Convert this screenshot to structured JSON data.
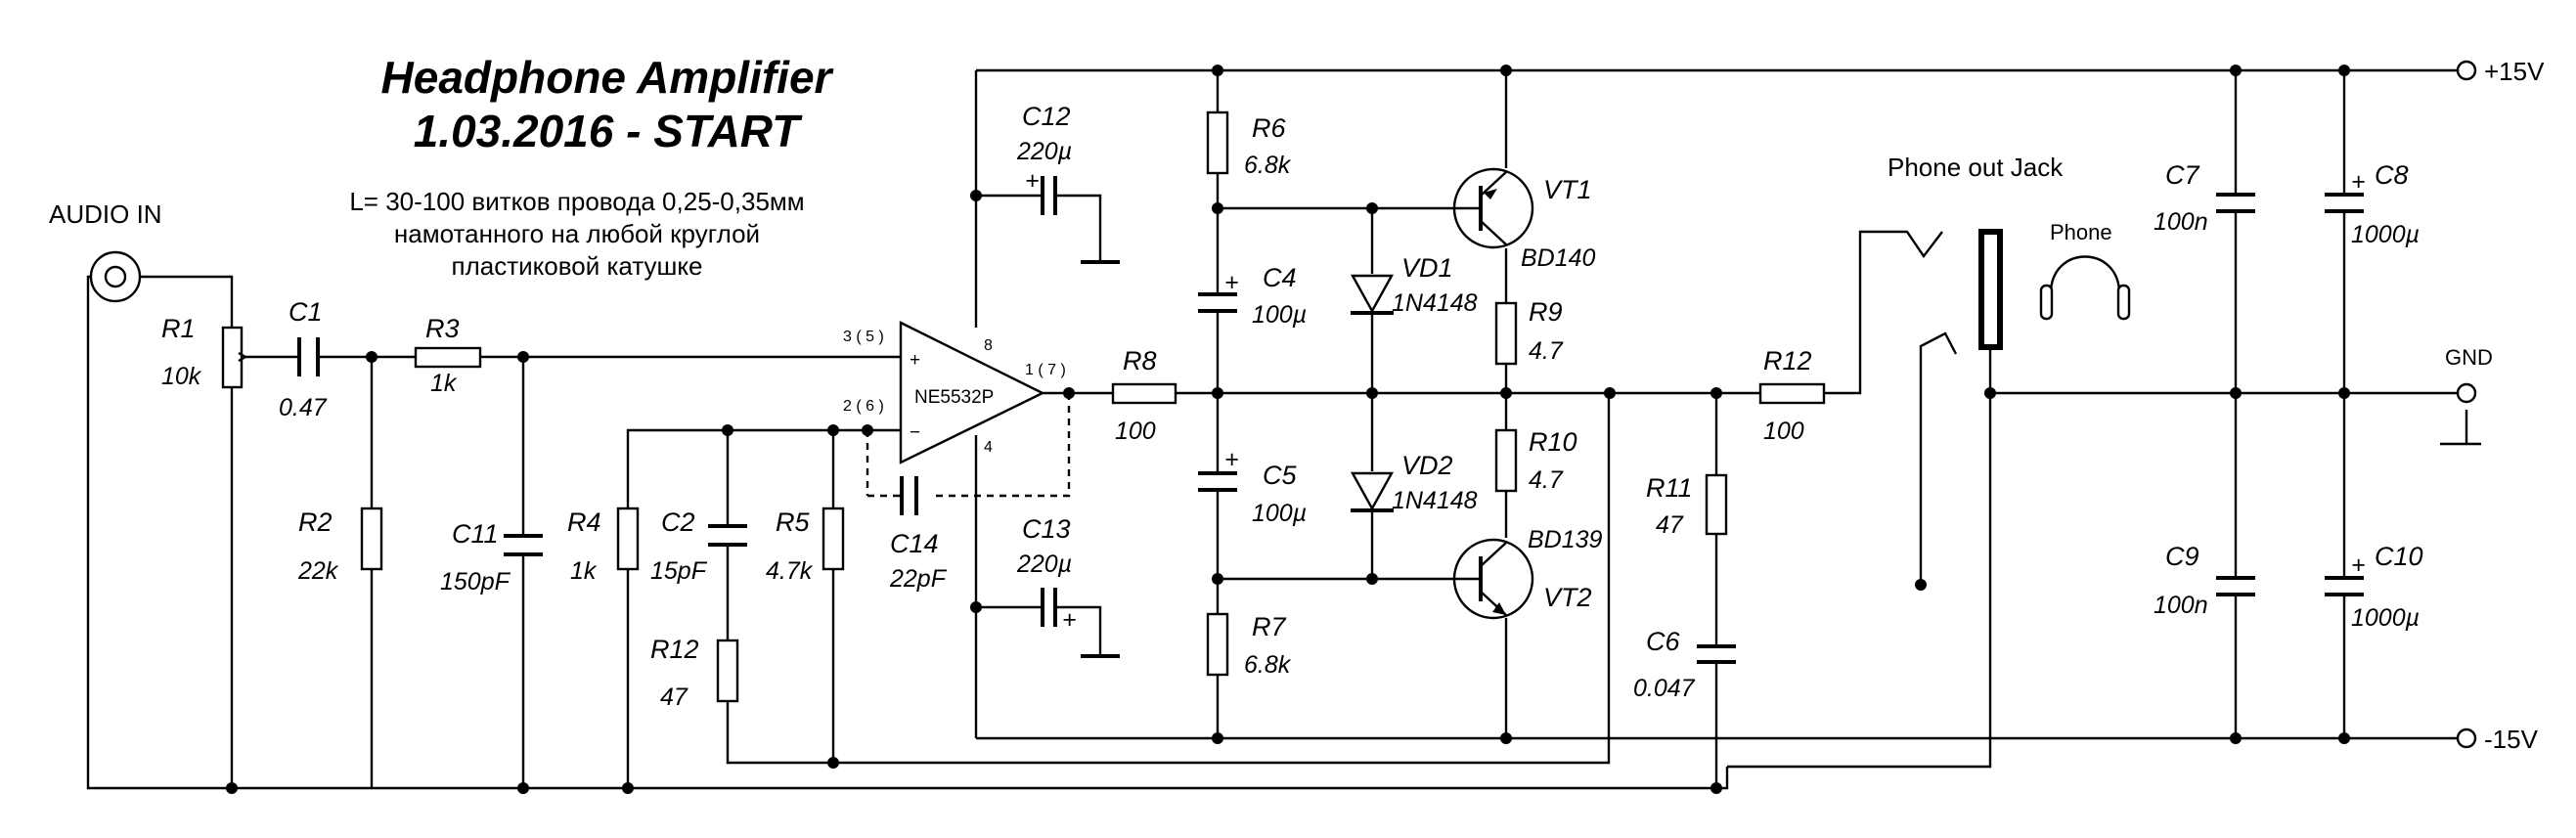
{
  "title_line1": "Headphone Amplifier",
  "title_line2": "1.03.2016 - START",
  "note_lines": [
    "L= 30-100 витков провода 0,25-0,35мм",
    "намотанного на любой круглой",
    "пластиковой катушке"
  ],
  "audio_in": "AUDIO IN",
  "phone_out": "Phone out Jack",
  "phone": "Phone",
  "rails": {
    "pos": "+15V",
    "neg": "-15V",
    "gnd": "GND"
  },
  "opamp": {
    "name": "NE5532P",
    "plus": "+",
    "minus": "−",
    "pin_in_plus": "3 ( 5 )",
    "pin_in_minus": "2 ( 6 )",
    "pin_out": "1 ( 7 )",
    "pin_vplus": "8",
    "pin_vminus": "4"
  },
  "polarity": "+",
  "components": {
    "R1": {
      "name": "R1",
      "value": "10k"
    },
    "C1": {
      "name": "C1",
      "value": "0.47"
    },
    "R3": {
      "name": "R3",
      "value": "1k"
    },
    "R2": {
      "name": "R2",
      "value": "22k"
    },
    "C11": {
      "name": "C11",
      "value": "150pF"
    },
    "R4": {
      "name": "R4",
      "value": "1k"
    },
    "C2": {
      "name": "C2",
      "value": "15pF"
    },
    "R5": {
      "name": "R5",
      "value": "4.7k"
    },
    "R12a": {
      "name": "R12",
      "value": "47"
    },
    "C14": {
      "name": "C14",
      "value": "22pF"
    },
    "C12": {
      "name": "C12",
      "value": "220µ"
    },
    "C13": {
      "name": "C13",
      "value": "220µ"
    },
    "R8": {
      "name": "R8",
      "value": "100"
    },
    "R6": {
      "name": "R6",
      "value": "6.8k"
    },
    "R7": {
      "name": "R7",
      "value": "6.8k"
    },
    "C4": {
      "name": "C4",
      "value": "100µ"
    },
    "C5": {
      "name": "C5",
      "value": "100µ"
    },
    "VD1": {
      "name": "VD1",
      "value": "1N4148"
    },
    "VD2": {
      "name": "VD2",
      "value": "1N4148"
    },
    "VT1": {
      "name": "VT1",
      "value": "BD140"
    },
    "VT2": {
      "name": "VT2",
      "value": "BD139"
    },
    "R9": {
      "name": "R9",
      "value": "4.7"
    },
    "R10": {
      "name": "R10",
      "value": "4.7"
    },
    "R11": {
      "name": "R11",
      "value": "47"
    },
    "C6": {
      "name": "C6",
      "value": "0.047"
    },
    "R12b": {
      "name": "R12",
      "value": "100"
    },
    "C7": {
      "name": "C7",
      "value": "100n"
    },
    "C8": {
      "name": "C8",
      "value": "1000µ"
    },
    "C9": {
      "name": "C9",
      "value": "100n"
    },
    "C10": {
      "name": "C10",
      "value": "1000µ"
    }
  }
}
